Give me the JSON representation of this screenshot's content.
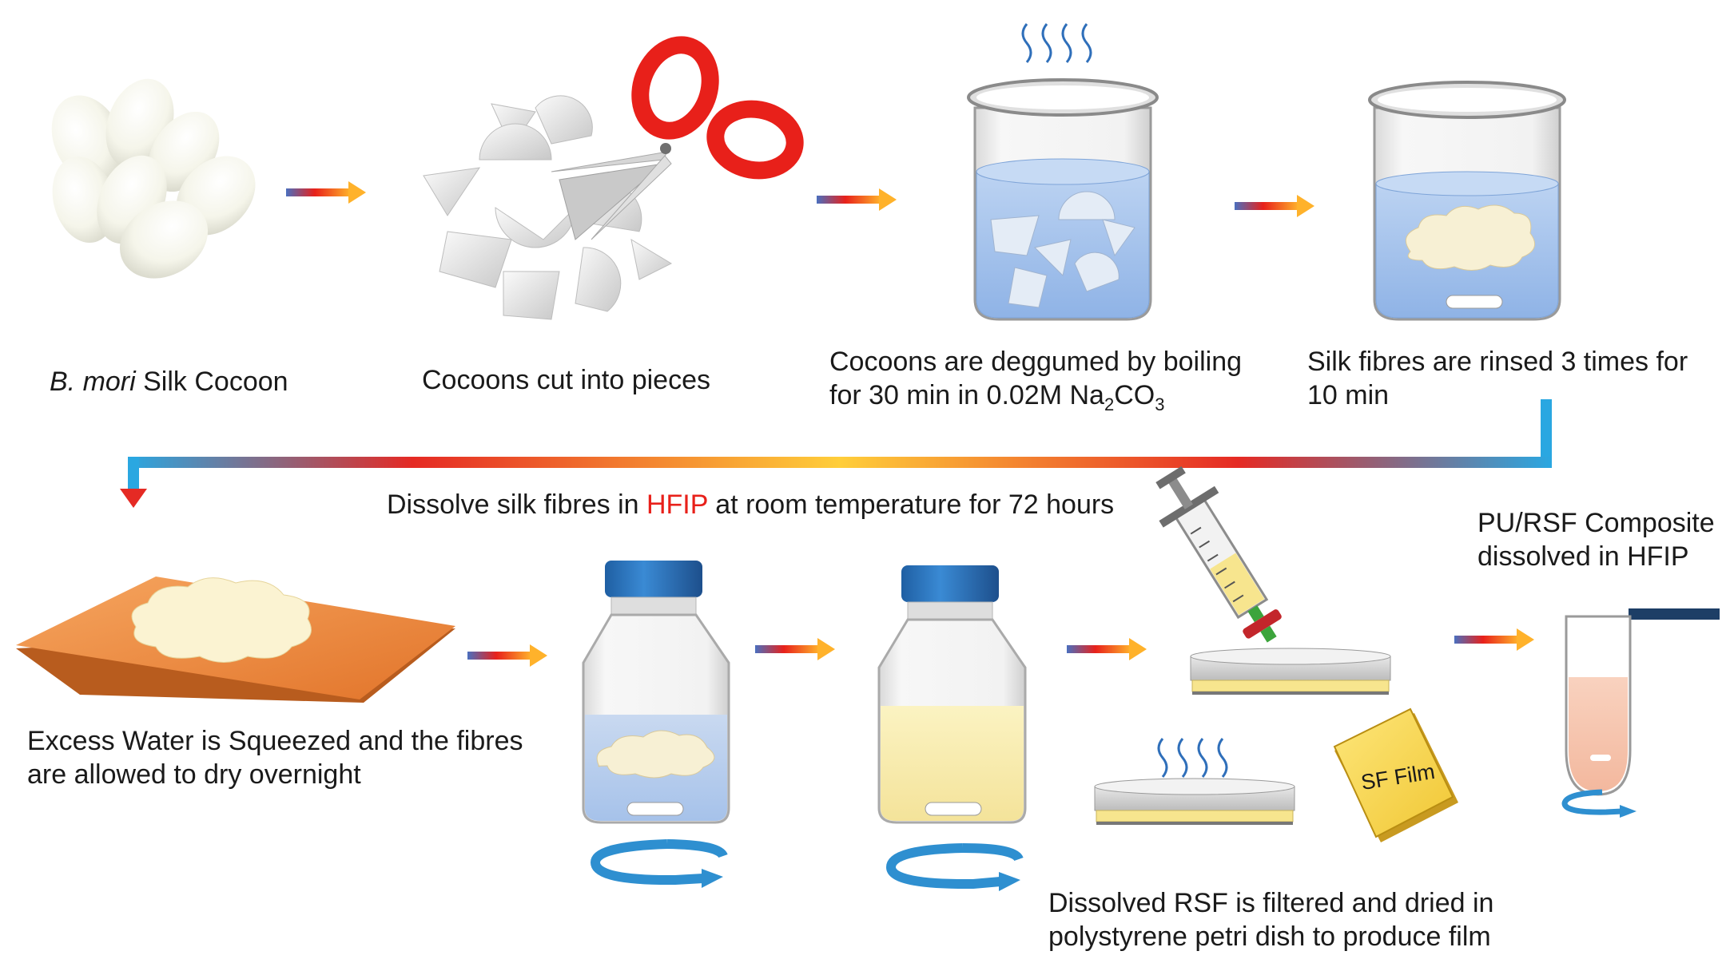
{
  "labels": {
    "cocoon_italic": "B. mori",
    "cocoon_rest": " Silk Cocoon",
    "cut": "Cocoons cut into pieces",
    "degum_line1": "Cocoons are deggumed  by boiling",
    "degum_line2_pre": "for 30 min in 0.02M  Na",
    "degum_sub1": "2",
    "degum_mid": "CO",
    "degum_sub2": "3",
    "rinse_line1": "Silk fibres are rinsed 3 times for",
    "rinse_line2": "10 min",
    "dissolve_pre": "Dissolve silk fibres in ",
    "dissolve_hfip": "HFIP",
    "dissolve_post": " at room temperature  for 72 hours",
    "composite_line1": "PU/RSF Composite",
    "composite_line2": "dissolved in HFIP",
    "squeeze_line1": "Excess Water is Squeezed  and the fibres",
    "squeeze_line2": "are allowed to dry overnight",
    "film": "SF Film",
    "filter_line1": "Dissolved RSF is filtered and dried in",
    "filter_line2": "polystyrene petri dish to produce film"
  },
  "colors": {
    "hfip_highlight": "#e8201a",
    "scissor_handle": "#e8201a",
    "water": "#a9c6ec",
    "cap": "#2f79c2",
    "solution": "#f7eda5",
    "cloth": "#f08a3c",
    "rotation_arrow": "#2e8fd0",
    "composite": "#f6c8b2"
  }
}
